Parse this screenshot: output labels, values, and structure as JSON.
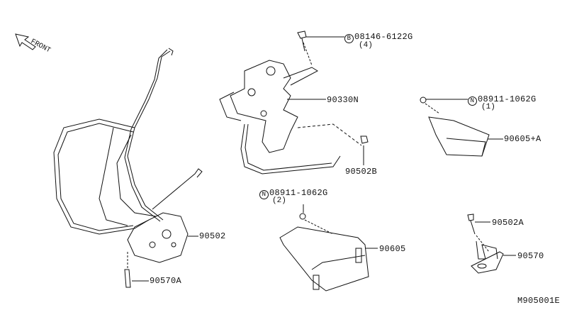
{
  "direction_label": "FRONT",
  "callouts": {
    "bolt_top": {
      "symbol": "B",
      "part": "08146-6122G",
      "qty": "(4)"
    },
    "lock_assembly": "90330N",
    "nut_right": {
      "symbol": "N",
      "part": "08911-1062G",
      "qty": "(1)"
    },
    "handle_right": "90605+A",
    "nut_mid": "90502B",
    "nut_lower": {
      "symbol": "N",
      "part": "08911-1062G",
      "qty": "(2)"
    },
    "latch": "90502",
    "handle_lower": "90605",
    "striker_bolt": "90502A",
    "striker": "90570",
    "latch_bolt": "90570A"
  },
  "diagram_code": "M905001E"
}
